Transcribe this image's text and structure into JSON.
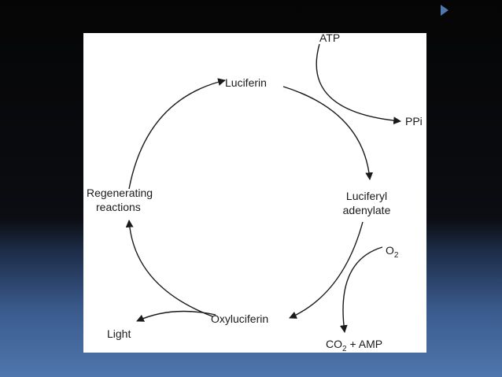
{
  "diagram": {
    "nodes": {
      "luciferin": "Luciferin",
      "luciferyl_line1": "Luciferyl",
      "luciferyl_line2": "adenylate",
      "oxyluciferin": "Oxyluciferin",
      "regen_line1": "Regenerating",
      "regen_line2": "reactions"
    },
    "side_labels": {
      "atp": "ATP",
      "ppi": "PPi",
      "o2": "O",
      "o2_sub": "2",
      "co2": "CO",
      "co2_sub": "2",
      "co2_rest": " + AMP",
      "light": "Light"
    }
  },
  "colors": {
    "slide_bg_top": "#050505",
    "slide_bg_bottom": "#4f76ad",
    "card_bg": "#ffffff",
    "ink": "#1a1a1a"
  }
}
